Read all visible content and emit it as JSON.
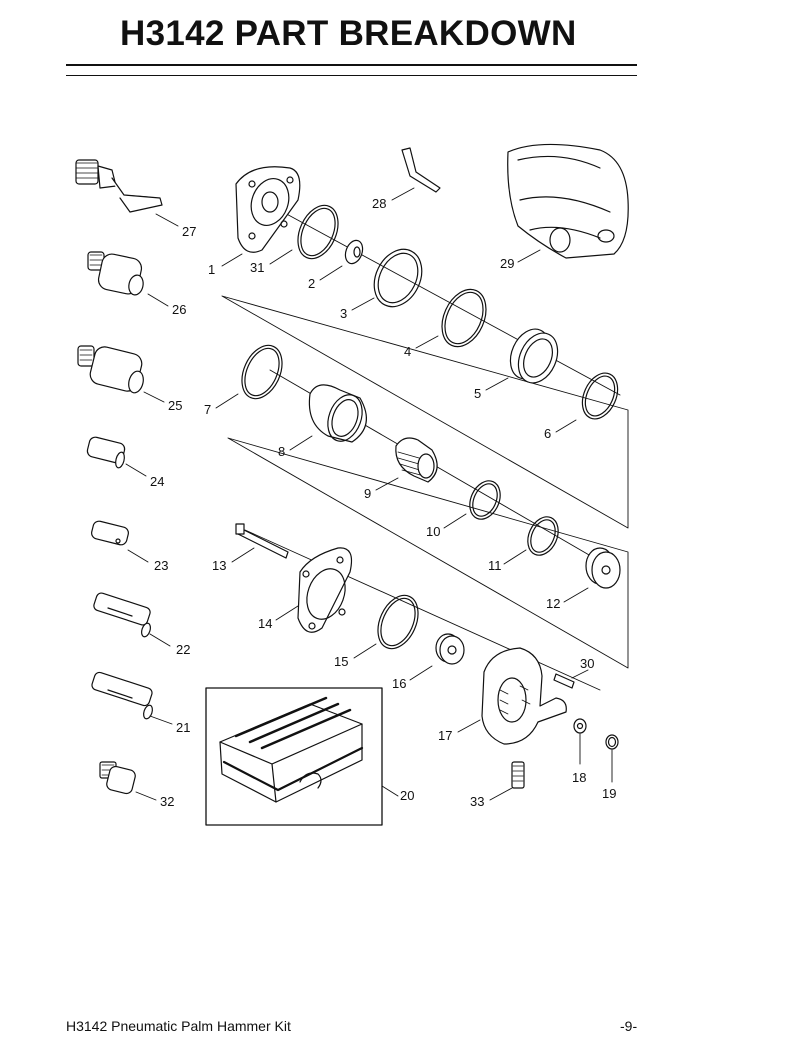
{
  "page": {
    "title": "H3142 PART BREAKDOWN",
    "footer_left": "H3142 Pneumatic Palm Hammer Kit",
    "footer_right": "-9-"
  },
  "callouts": [
    "1",
    "2",
    "3",
    "4",
    "5",
    "6",
    "7",
    "8",
    "9",
    "10",
    "11",
    "12",
    "13",
    "14",
    "15",
    "16",
    "17",
    "18",
    "19",
    "20",
    "21",
    "22",
    "23",
    "24",
    "25",
    "26",
    "27",
    "28",
    "29",
    "30",
    "31",
    "32",
    "33"
  ],
  "colors": {
    "ink": "#111111",
    "background": "#ffffff"
  }
}
